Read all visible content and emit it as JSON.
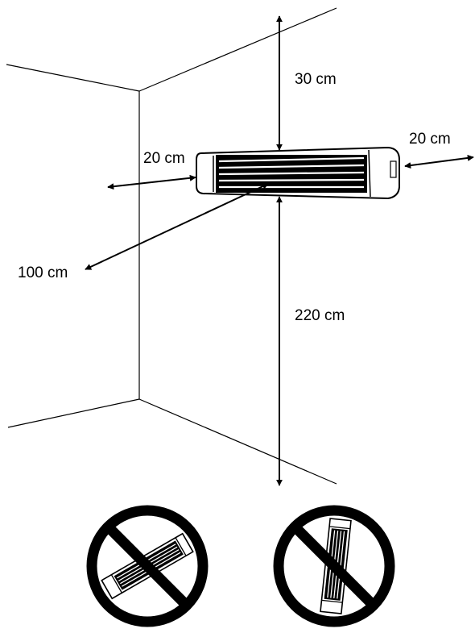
{
  "colors": {
    "ink": "#000000",
    "background": "#ffffff"
  },
  "clearances": {
    "above": "30 cm",
    "left": "20 cm",
    "right": "20 cm",
    "front": "100 cm",
    "floor": "220 cm"
  },
  "prohibited_orientations": [
    {
      "icon": "no-tilted-mounting-icon"
    },
    {
      "icon": "no-vertical-mounting-icon"
    }
  ]
}
